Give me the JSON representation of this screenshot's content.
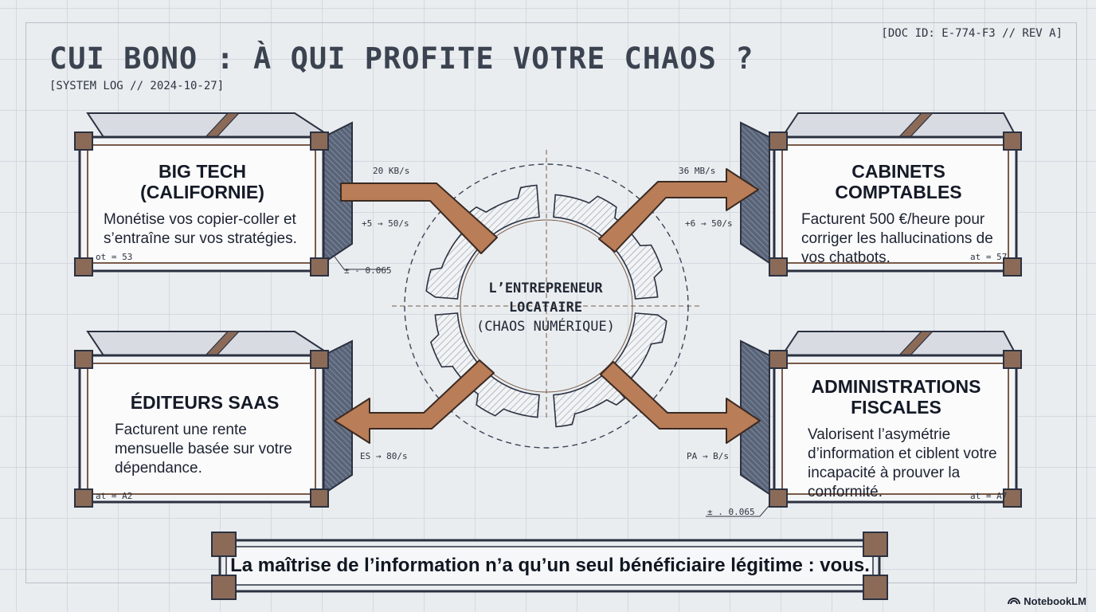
{
  "header": {
    "title": "CUI BONO : À QUI PROFITE VOTRE CHAOS ?",
    "system_log": "[SYSTEM LOG // 2024-10-27]",
    "doc_id": "[DOC ID: E-774-F3 // REV A]"
  },
  "center": {
    "line1": "L’ENTREPRENEUR",
    "line2": "LOCATAIRE",
    "line3": "(CHAOS NUMÉRIQUE)"
  },
  "boxes": {
    "top_left": {
      "title": "BIG TECH (CALIFORNIE)",
      "desc": "Monétise vos copier-coller et s’entraîne sur vos stratégies.",
      "tag": "ot = 53"
    },
    "top_right": {
      "title": "CABINETS COMPTABLES",
      "desc": "Facturent 500 €/heure pour corriger les hallucinations de vos chatbots.",
      "tag": "at = 57"
    },
    "bottom_left": {
      "title": "ÉDITEURS SAAS",
      "desc": "Facturent une rente mensuelle basée sur votre dépendance.",
      "tag": "at = A2"
    },
    "bottom_right": {
      "title": "ADMINISTRATIONS FISCALES",
      "desc": "Valorisent l’asymétrie d’information et ciblent votre incapacité à prouver la conformité.",
      "tag": "at = A7"
    }
  },
  "arrow_labels": {
    "tl_rate": "20 KB/s",
    "tl_flow": "+5 → 50/s",
    "tl_tol": "± - 0.065",
    "tr_rate": "36 MB/s",
    "tr_flow": "+6 → 50/s",
    "bl_flow": "ES → 80/s",
    "br_flow": "PA → B/s",
    "br_tol": "± . 0.065"
  },
  "conclusion": "La maîtrise de l’information n’a qu’un seul bénéficiaire légitime : vous.",
  "brand": "NotebookLM",
  "colors": {
    "arrow": "#b97d58",
    "arrow_stroke": "#3b2a22",
    "box_frame": "#7a5a48",
    "box_metal": "#d8dce2",
    "box_inner": "#fbfbfc",
    "grid": "#d3d9df"
  }
}
